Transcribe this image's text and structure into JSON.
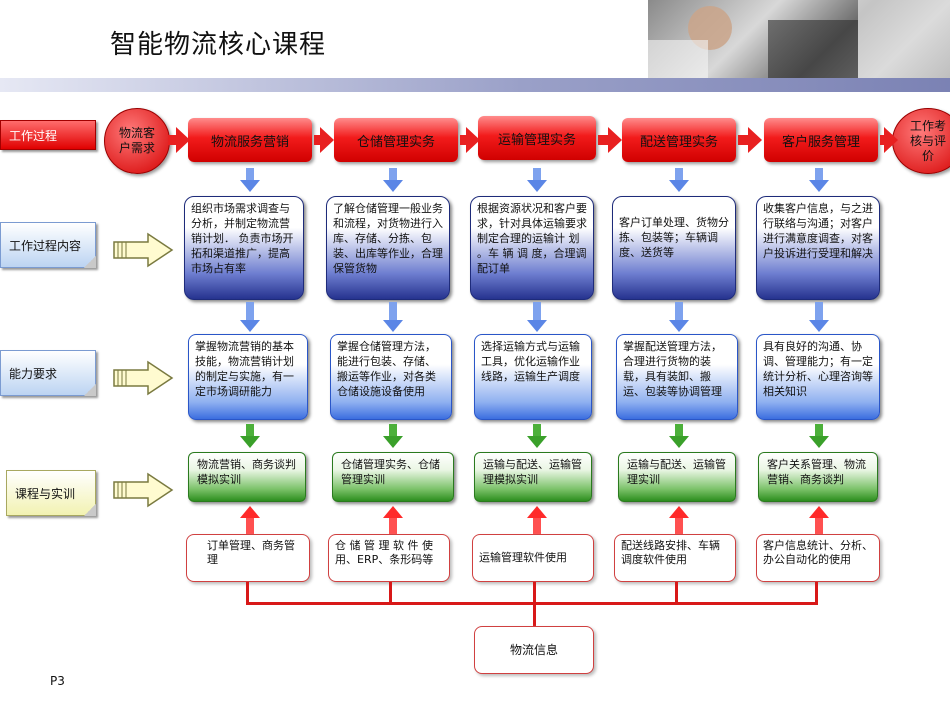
{
  "title": "智能物流核心课程",
  "page_number": "P3",
  "row_labels": {
    "process": "工作过程",
    "content": "工作过程内容",
    "ability": "能力要求",
    "course": "课程与实训"
  },
  "start_node": "物流客户需求",
  "end_node": "工作考核与评价",
  "columns": [
    {
      "process": "物流服务营销",
      "content": "组织市场需求调查与分析，并制定物流营销计划． 负责市场开拓和渠道推广，提高市场占有率",
      "ability": "掌握物流营销的基本技能，物流营销计划的制定与实施，有一定市场调研能力",
      "course": "物流营销、商务谈判模拟实训",
      "software": "订单管理、商务管理"
    },
    {
      "process": "仓储管理实务",
      "content": "了解仓储管理一般业务和流程，对货物进行入库、存储、分拣、包装、出库等作业，合理保管货物",
      "ability": "掌握仓储管理方法，能进行包装、存储、搬运等作业，对各类仓储设施设备使用",
      "course": "仓储管理实务、仓储管理实训",
      "software": "仓 储 管 理 软 件 使用、ERP、条形码等"
    },
    {
      "process": "运输管理实务",
      "content": "根据资源状况和客户要求，针对具体运输要求制定合理的运输计 划 。车 辆 调 度，合理调配订单",
      "ability": "选择运输方式与运输工具，优化运输作业线路，运输生产调度",
      "course": "运输与配送、运输管理模拟实训",
      "software": "运输管理软件使用"
    },
    {
      "process": "配送管理实务",
      "content": "客户订单处理、货物分拣、包装等；车辆调度、送货等",
      "ability": "掌握配送管理方法，合理进行货物的装载，具有装卸、搬运、包装等协调管理",
      "course": "运输与配送、运输管理实训",
      "software": "配送线路安排、车辆调度软件使用"
    },
    {
      "process": "客户服务管理",
      "content": "收集客户信息，与之进行联络与沟通；对客户进行满意度调查，对客户投诉进行受理和解决",
      "ability": "具有良好的沟通、协调、管理能力；有一定统计分析、心理咨询等相关知识",
      "course": "客户关系管理、物流营销、商务谈判",
      "software": "客户信息统计、分析、办公自动化的使用"
    }
  ],
  "bottom_node": "物流信息",
  "colors": {
    "process_red": "#e00000",
    "content_blue": "#26338f",
    "ability_blue": "#3c6ee0",
    "course_green": "#2c8e1e",
    "connector_red": "#d81818"
  }
}
